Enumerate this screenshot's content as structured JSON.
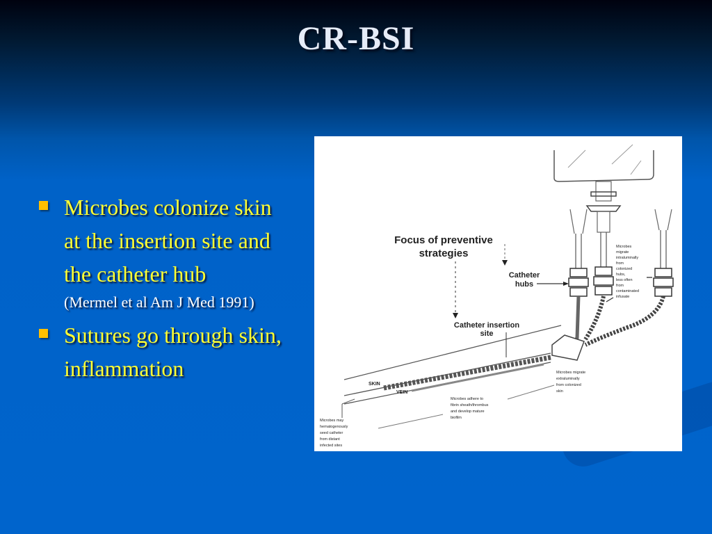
{
  "slide": {
    "title": "CR-BSI",
    "bullets": [
      {
        "text": "Microbes colonize skin at the insertion site and the catheter hub",
        "citation": "(Mermel et al Am J Med 1991)"
      },
      {
        "text": "Sutures go through skin, inflammation",
        "citation": ""
      }
    ]
  },
  "figure": {
    "heading_line1": "Focus of preventive",
    "heading_line2": "strategies",
    "label_hubs_line1": "Catheter",
    "label_hubs_line2": "hubs",
    "label_insertion_line1": "Catheter insertion",
    "label_insertion_line2": "site",
    "label_skin": "SKIN",
    "label_vein": "VEIN",
    "note_intraluminal": [
      "Microbes",
      "migrate",
      "intraluminally",
      "from",
      "colonized",
      "hubs,",
      "less often",
      "from",
      "contaminated",
      "infusate"
    ],
    "note_extraluminal": [
      "Microbes migrate",
      "extraluminally",
      "from colonized",
      "skin"
    ],
    "note_adhere": [
      "Microbes adhere to",
      "fibrin sheath/thrombus",
      "and develop mature",
      "biofilm"
    ],
    "note_hematogenous": [
      "Microbes may",
      "hematogenously",
      "seed catheter",
      "from distant",
      "infected sites"
    ]
  },
  "colors": {
    "bullet_text": "#ffff33",
    "bullet_marker": "#ffc000",
    "title_text": "#e6ecf8",
    "background_bottom": "#0064cc",
    "background_top": "#00020f"
  }
}
